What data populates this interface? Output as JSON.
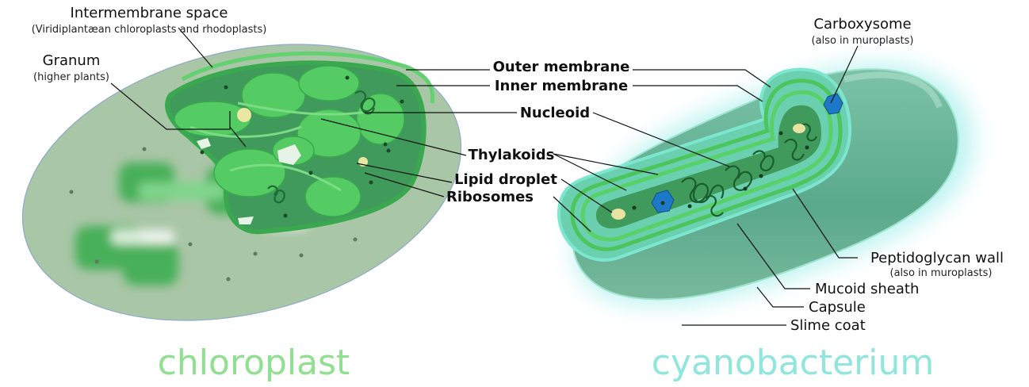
{
  "colors": {
    "chloroplast_title": "#8fe08f",
    "cyano_title": "#8fe6dc",
    "outer_gray": "#a9c6a6",
    "stroma": "#3f9a5b",
    "thylakoid": "#4fcf5d",
    "cyano_body": "#6fb89a",
    "carboxysome": "#1e78c8"
  },
  "titles": {
    "chloroplast": "chloroplast",
    "cyanobacterium": "cyanobacterium"
  },
  "labels": {
    "intermembrane_space": "Intermembrane space",
    "intermembrane_note": "(Viridiplantæan chloroplasts and rhodoplasts)",
    "granum": "Granum",
    "granum_note": "(higher plants)",
    "outer_membrane": "Outer membrane",
    "inner_membrane": "Inner membrane",
    "nucleoid": "Nucleoid",
    "thylakoids": "Thylakoids",
    "lipid_droplet": "Lipid droplet",
    "ribosomes": "Ribosomes",
    "carboxysome": "Carboxysome",
    "carboxysome_note": "(also in muroplasts)",
    "peptidoglycan_wall": "Peptidoglycan wall",
    "peptidoglycan_note": "(also in muroplasts)",
    "mucoid_sheath": "Mucoid sheath",
    "capsule": "Capsule",
    "slime_coat": "Slime coat"
  }
}
